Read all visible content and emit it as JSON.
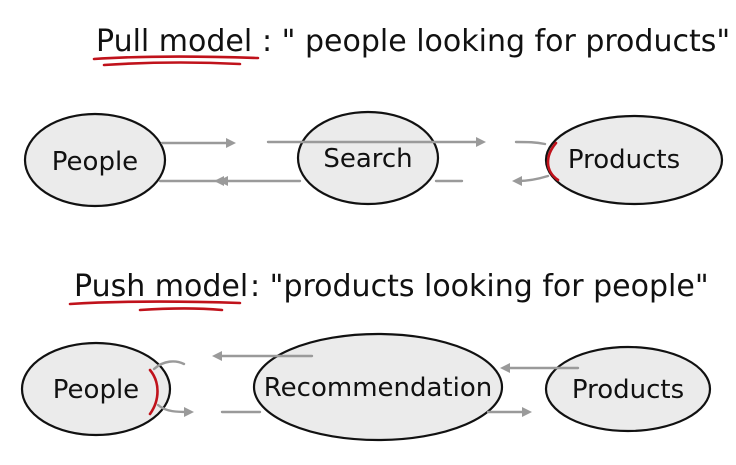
{
  "colors": {
    "ink": "#111111",
    "node_fill": "#ebebeb",
    "arrow": "#9a9a9a",
    "highlight": "#c0121b"
  },
  "pull": {
    "heading": {
      "model_name": "Pull model",
      "quote": ": \" people looking for products\""
    },
    "nodes": {
      "people": "People",
      "search": "Search",
      "products": "Products"
    }
  },
  "push": {
    "heading": {
      "model_name": "Push model",
      "quote": ": \"products looking for people\""
    },
    "nodes": {
      "people": "People",
      "recommendation": "Recommendation",
      "products": "Products"
    }
  }
}
